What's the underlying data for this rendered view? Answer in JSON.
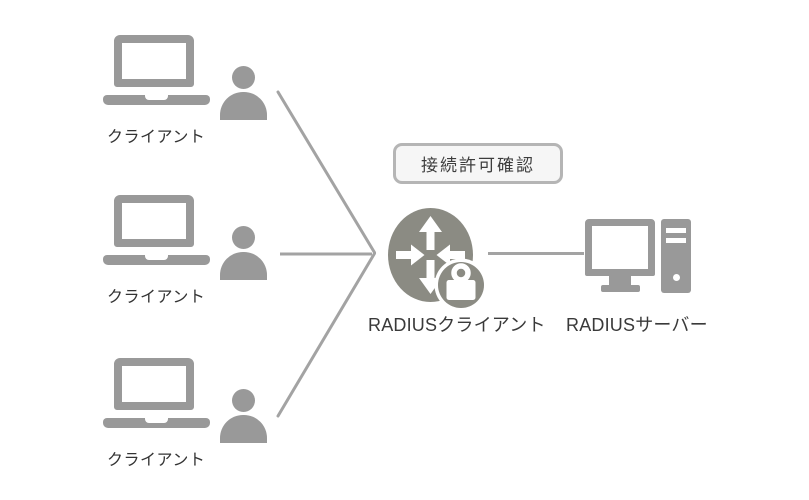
{
  "diagram": {
    "clients": [
      {
        "label": "クライアント",
        "icon": "laptop-with-user-icon"
      },
      {
        "label": "クライアント",
        "icon": "laptop-with-user-icon"
      },
      {
        "label": "クライアント",
        "icon": "laptop-with-user-icon"
      }
    ],
    "permission_badge": {
      "label": "接続許可確認"
    },
    "center_node": {
      "label": "RADIUSクライアント",
      "icon": "router-with-lock-icon"
    },
    "server_node": {
      "label": "RADIUSサーバー",
      "icon": "desktop-computer-icon"
    },
    "colors": {
      "background": "#ffffff",
      "icon_gray": "#999999",
      "router_gray": "#8b8b83",
      "line_gray": "#a3a3a3",
      "label_text": "#333333",
      "badge_border": "#b5b5b5",
      "badge_fill": "#f6f6f6",
      "badge_text": "#3d3d3d"
    }
  }
}
